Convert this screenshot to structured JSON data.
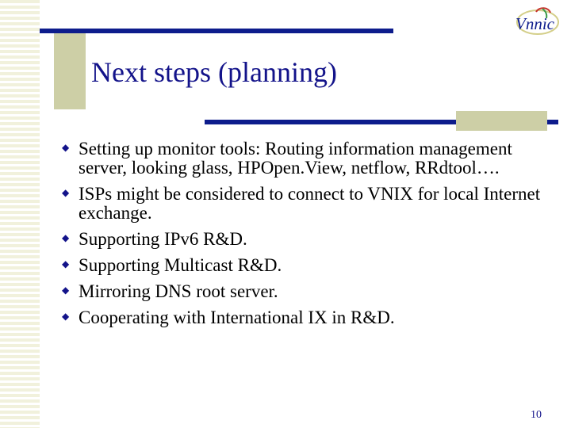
{
  "slide": {
    "title": "Next steps (planning)",
    "logo_text": "Vnnic",
    "page_number": "10",
    "bullets": [
      "Setting up monitor tools: Routing information management server, looking glass, HPOpen.View, netflow, RRdtool….",
      "ISPs might be considered to connect to VNIX for local Internet exchange.",
      "Supporting IPv6 R&D.",
      "Supporting Multicast R&D.",
      "Mirroring DNS root server.",
      "Cooperating with International IX in R&D."
    ]
  },
  "colors": {
    "accent": "#0d1c8c",
    "title": "#13138a",
    "decor": "#cdcfa6",
    "stripe": "#f1f1dc"
  },
  "icons": {
    "bullet": "diamond-bullet-icon",
    "logo": "vnnic-logo"
  }
}
